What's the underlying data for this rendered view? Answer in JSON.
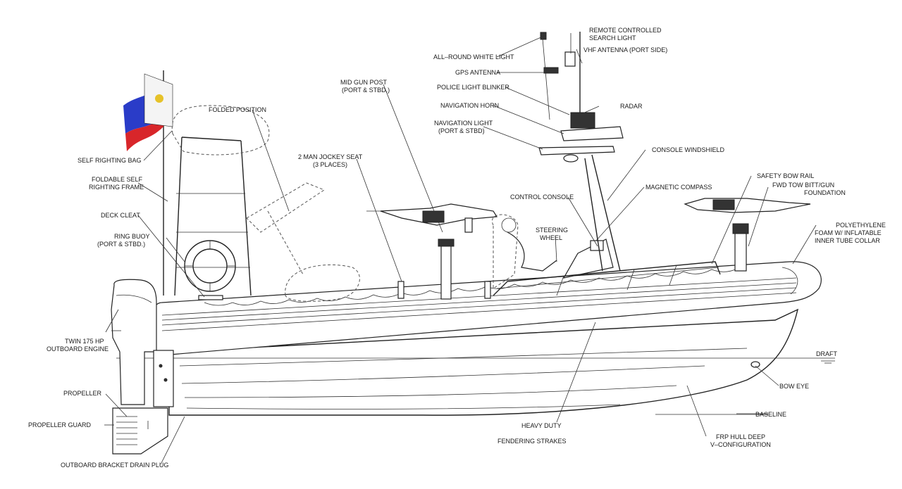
{
  "labels": {
    "all_round_white_light": "ALL–ROUND WHITE LIGHT",
    "remote_search_light_1": "REMOTE CONTROLLED",
    "remote_search_light_2": "SEARCH LIGHT",
    "vhf_antenna": "VHF ANTENNA (PORT SIDE)",
    "gps_antenna": "GPS ANTENNA",
    "police_light_blinker": "POLICE LIGHT BLINKER",
    "navigation_horn": "NAVIGATION HORN",
    "radar": "RADAR",
    "navigation_light_1": "NAVIGATION LIGHT",
    "navigation_light_2": "(PORT & STBD)",
    "console_windshield": "CONSOLE WINDSHIELD",
    "mid_gun_post_1": "MID GUN POST",
    "mid_gun_post_2": "(PORT & STBD.)",
    "jockey_seat_1": "2 MAN JOCKEY SEAT",
    "jockey_seat_2": "(3 PLACES)",
    "folded_position": "FOLDED POSITION",
    "self_righting_bag": "SELF RIGHTING BAG",
    "foldable_frame_1": "FOLDABLE SELF",
    "foldable_frame_2": "RIGHTING FRAME",
    "deck_cleat": "DECK CLEAT",
    "ring_buoy_1": "RING BUOY",
    "ring_buoy_2": "(PORT & STBD.)",
    "control_console": "CONTROL CONSOLE",
    "magnetic_compass": "MAGNETIC COMPASS",
    "safety_bow_rail": "SAFETY BOW RAIL",
    "fwd_tow_bitt_1": "FWD TOW BITT/GUN",
    "fwd_tow_bitt_2": "FOUNDATION",
    "steering_wheel_1": "STEERING",
    "steering_wheel_2": "WHEEL",
    "collar_1": "POLYETHYLENE",
    "collar_2": "FOAM W/ INFLATABLE",
    "collar_3": "INNER TUBE COLLAR",
    "twin_engine_1": "TWIN 175 HP",
    "twin_engine_2": "OUTBOARD ENGINE",
    "draft": "DRAFT",
    "bow_eye": "BOW EYE",
    "baseline": "BASELINE",
    "propeller": "PROPELLER",
    "propeller_guard": "PROPELLER GUARD",
    "drain_plug": "OUTBOARD BRACKET DRAIN PLUG",
    "fendering_1": "HEAVY DUTY",
    "fendering_2": "FENDERING STRAKES",
    "hull_1": "FRP HULL DEEP",
    "hull_2": "V–CONFIGURATION"
  },
  "colors": {
    "flag_blue": "#2a3cc8",
    "flag_red": "#d8262a",
    "flag_white": "#f4f4f4",
    "flag_sun": "#e6c229",
    "line": "#222222"
  }
}
